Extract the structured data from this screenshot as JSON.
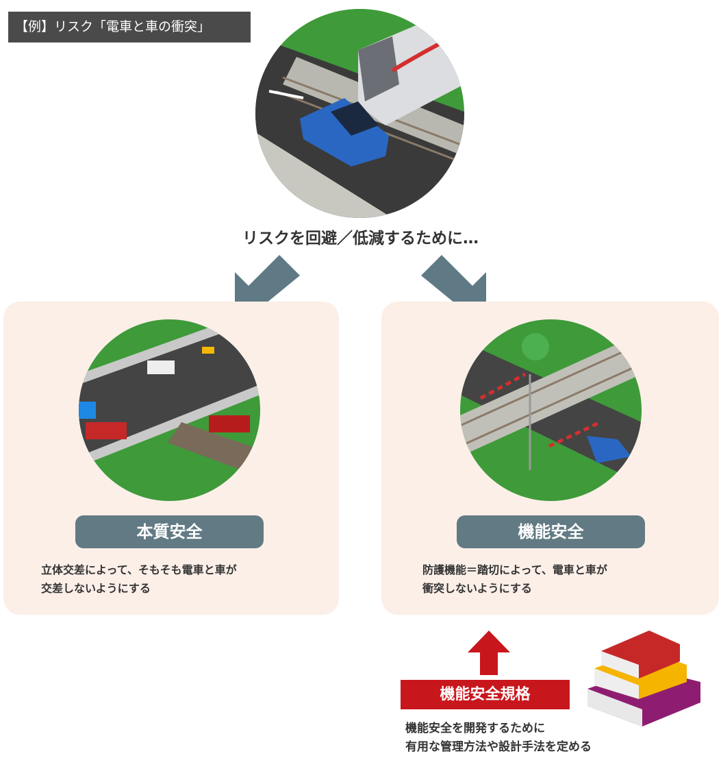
{
  "example_tag": "【例】リスク「電車と車の衝突」",
  "heading": "リスクを回避／低減するために…",
  "left_panel": {
    "label": "本質安全",
    "description_lines": [
      "立体交差によって、そもそも電車と車が",
      "交差しないようにする"
    ]
  },
  "right_panel": {
    "label": "機能安全",
    "description_lines": [
      "防護機能＝踏切によって、電車と車が",
      "衝突しないようにする"
    ]
  },
  "standard": {
    "label": "機能安全規格",
    "description_lines": [
      "機能安全を開発するために",
      "有用な管理方法や設計手法を定める"
    ]
  },
  "colors": {
    "arrow": "#5f7a85",
    "pill": "#627a84",
    "panel": "#fbefe8",
    "red": "#c8161d"
  }
}
